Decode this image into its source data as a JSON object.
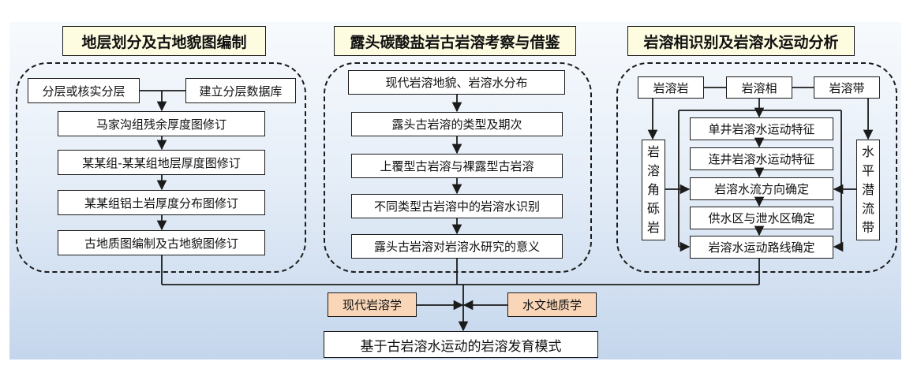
{
  "panels": {
    "left": {
      "title": "地层划分及古地貌图编制",
      "box_split": "分层或核实分层",
      "box_database": "建立分层数据库",
      "steps": [
        "马家沟组残余厚度图修订",
        "某某组-某某组地层厚度图修订",
        "某某组铝土岩厚度分布图修订",
        "古地质图编制及古地貌图修订"
      ]
    },
    "middle": {
      "title": "露头碳酸盐岩古岩溶考察与借鉴",
      "steps": [
        "现代岩溶地貌、岩溶水分布",
        "露头古岩溶的类型及期次",
        "上覆型古岩溶与裸露型古岩溶",
        "不同类型古岩溶中的岩溶水识别",
        "露头古岩溶对岩溶水研究的意义"
      ]
    },
    "right": {
      "title": "岩溶相识别及岩溶水运动分析",
      "top_boxes": [
        "岩溶岩",
        "岩溶相",
        "岩溶带"
      ],
      "side_left": [
        "岩",
        "溶",
        "角",
        "砾",
        "岩"
      ],
      "side_right": [
        "水",
        "平",
        "潜",
        "流",
        "带"
      ],
      "steps": [
        "单井岩溶水运动特征",
        "连井岩溶水运动特征",
        "岩溶水流方向确定",
        "供水区与泄水区确定",
        "岩溶水运动路线确定"
      ]
    }
  },
  "bottom": {
    "modern_karst": "现代岩溶学",
    "hydrogeology": "水文地质学",
    "result": "基于古岩溶水运动的岩溶发育模式"
  },
  "colors": {
    "title_fill": "#fdfbe0",
    "input_fill": "#f9d6b8",
    "box_fill": "#ffffff",
    "line": "#1b1b1b"
  }
}
